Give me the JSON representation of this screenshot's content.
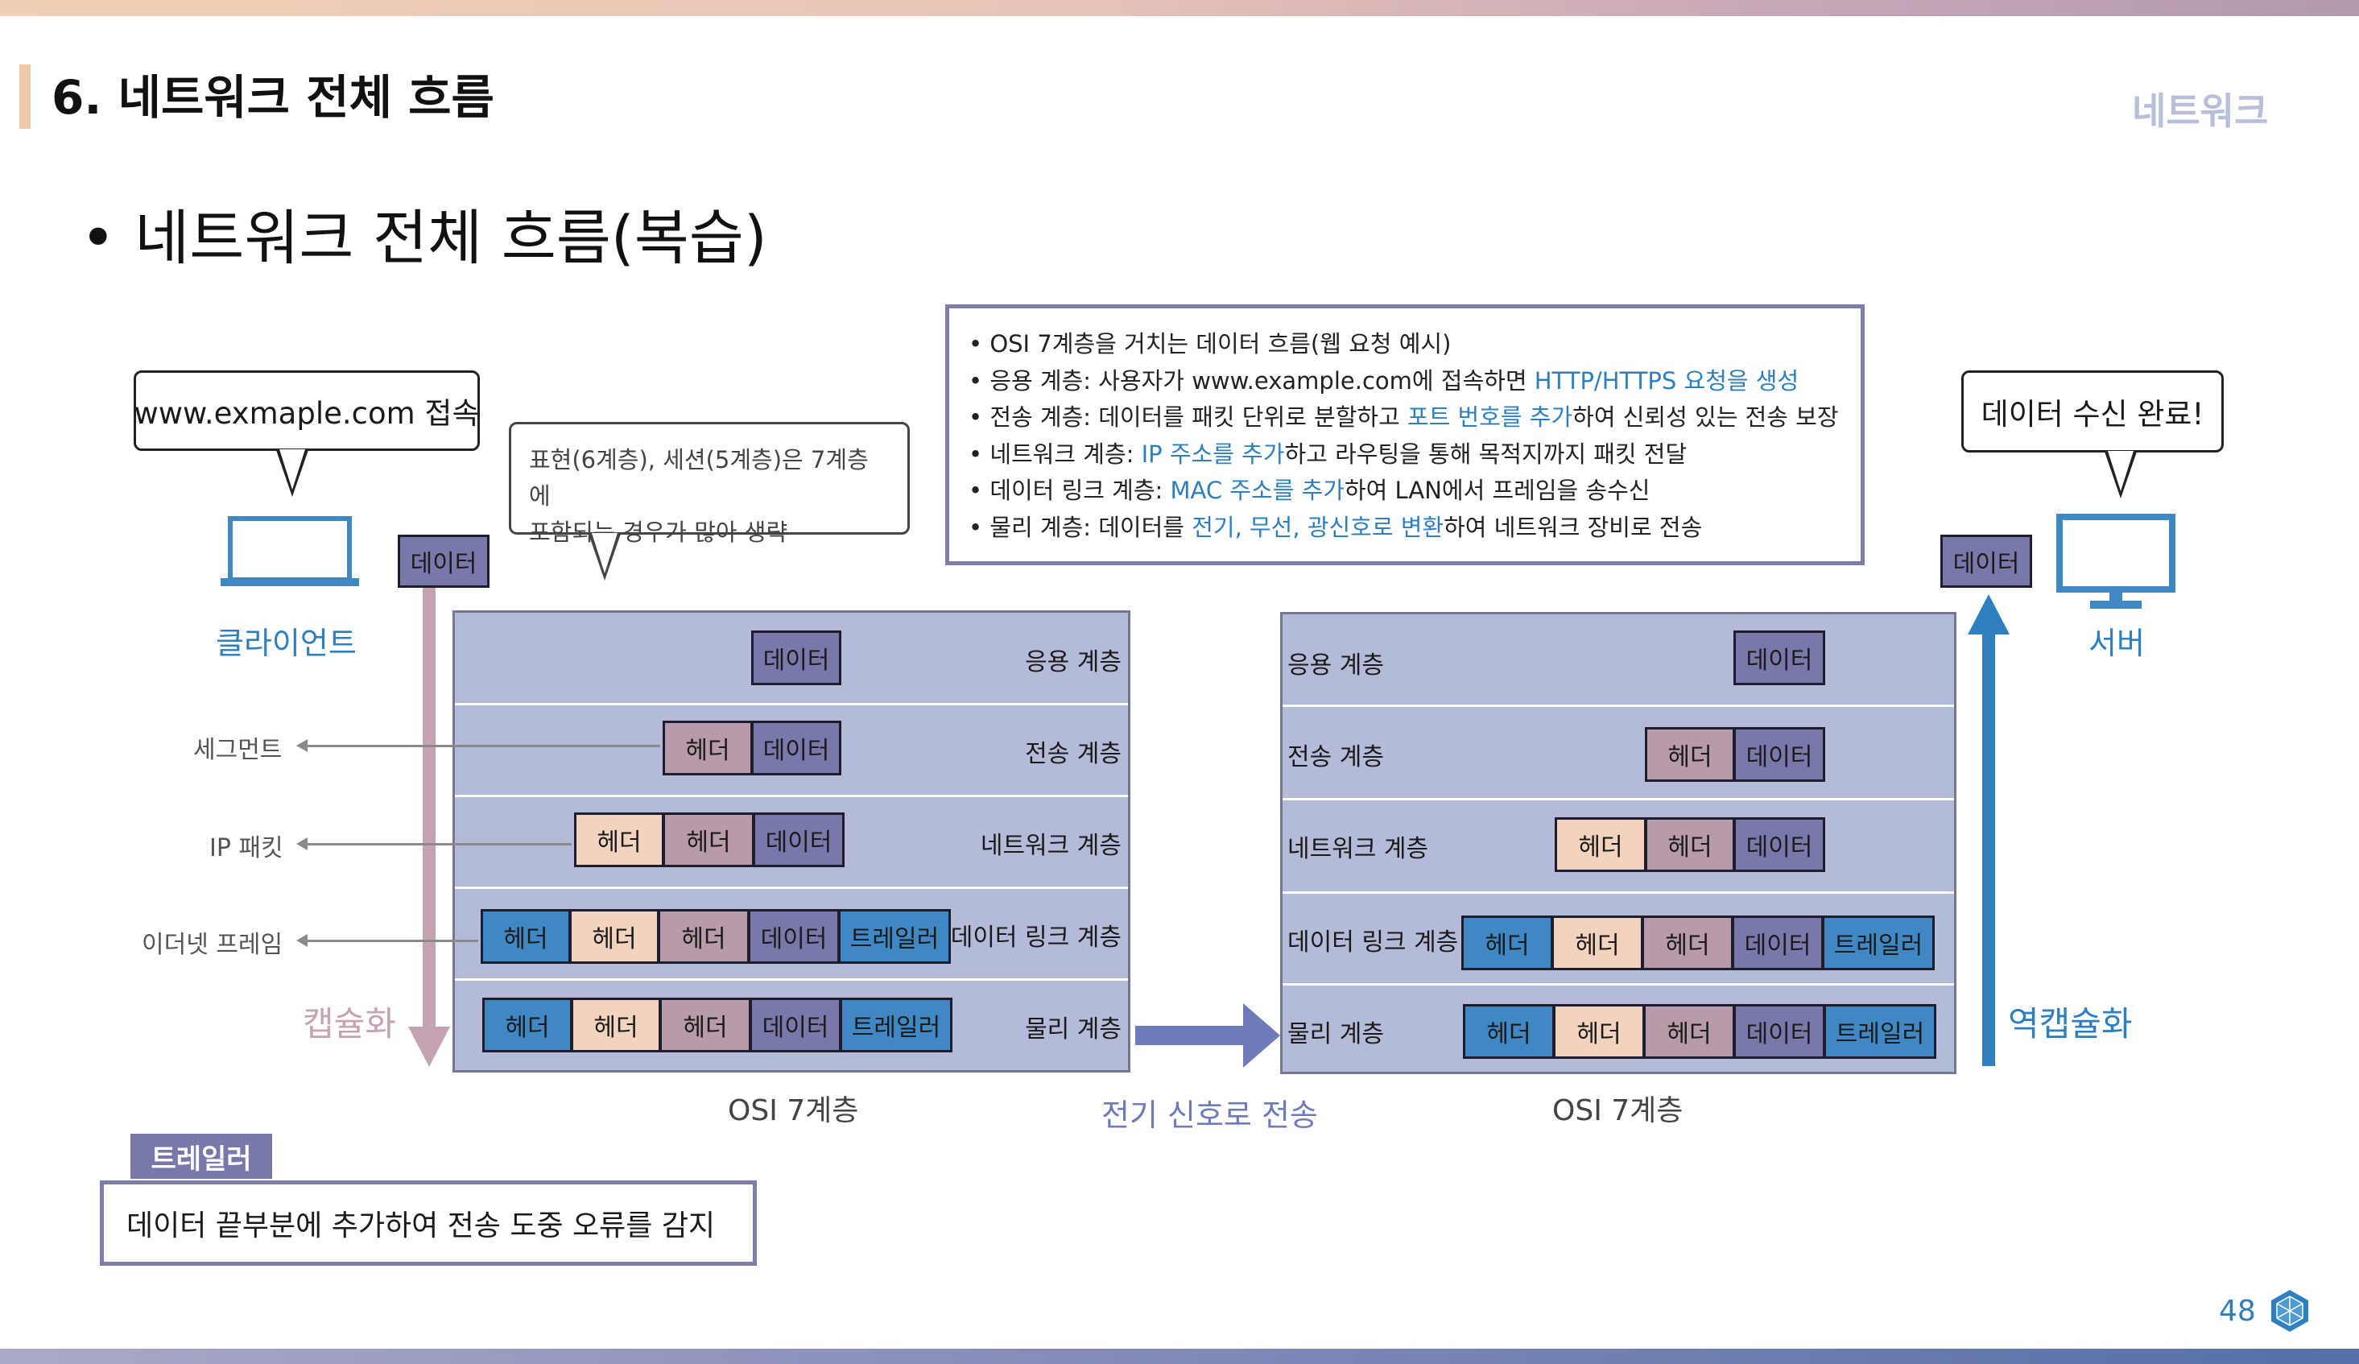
{
  "header": {
    "section_title": "6. 네트워크 전체 흐름",
    "category": "네트워크"
  },
  "main": {
    "bullet_title": "• 네트워크 전체 흐름(복습)"
  },
  "client": {
    "bubble_text": "www.exmaple.com 접속",
    "label": "클라이언트"
  },
  "server": {
    "bubble_text": "데이터 수신 완료!",
    "label": "서버"
  },
  "note_bubble": {
    "line1": "표현(6계층), 세션(5계층)은 7계층에",
    "line2": "포함되는 경우가 많아 생략"
  },
  "info_box": {
    "l1": "• OSI 7계층을 거치는 데이터 흐름(웹 요청 예시)",
    "l2a": "• 응용 계층: 사용자가 www.example.com에 접속하면 ",
    "l2b": "HTTP/HTTPS 요청을 생성",
    "l3a": "• 전송 계층: 데이터를 패킷 단위로 분할하고 ",
    "l3b": "포트 번호를 추가",
    "l3c": "하여 신뢰성 있는 전송 보장",
    "l4a": "• 네트워크 계층: ",
    "l4b": "IP 주소를 추가",
    "l4c": "하고 라우팅을 통해 목적지까지 패킷 전달",
    "l5a": "• 데이터 링크 계층: ",
    "l5b": "MAC 주소를 추가",
    "l5c": "하여 LAN에서 프레임을 송수신",
    "l6a": "• 물리 계층: 데이터를 ",
    "l6b": "전기, 무선, 광신호로 변환",
    "l6c": "하여 네트워크 장비로 전송"
  },
  "chips": {
    "data": "데이터",
    "header": "헤더",
    "trailer": "트레일러"
  },
  "layers": {
    "app": "응용 계층",
    "transport": "전송 계층",
    "network": "네트워크 계층",
    "datalink": "데이터 링크 계층",
    "physical": "물리 계층"
  },
  "side_labels": {
    "segment": "세그먼트",
    "ip_packet": "IP 패킷",
    "ethernet_frame": "이더넷 프레임"
  },
  "flow": {
    "encap": "캡슐화",
    "decap": "역캡슐화",
    "transmit": "전기 신호로 전송",
    "osi_caption": "OSI 7계층"
  },
  "trailer_note": {
    "tag": "트레일러",
    "text": "데이터 끝부분에 추가하여 전송 도중 오류를 감지"
  },
  "footer": {
    "page_number": "48"
  },
  "colors": {
    "data_chip": "#7978aa",
    "phys_header_chip": "#f2d3bd",
    "header_chip": "#b89ba8",
    "link_chip": "#3f88c4",
    "osi_fill": "#b3bbd8",
    "accent_blue": "#2d7fc0",
    "encap_color": "#c6a3b2"
  }
}
